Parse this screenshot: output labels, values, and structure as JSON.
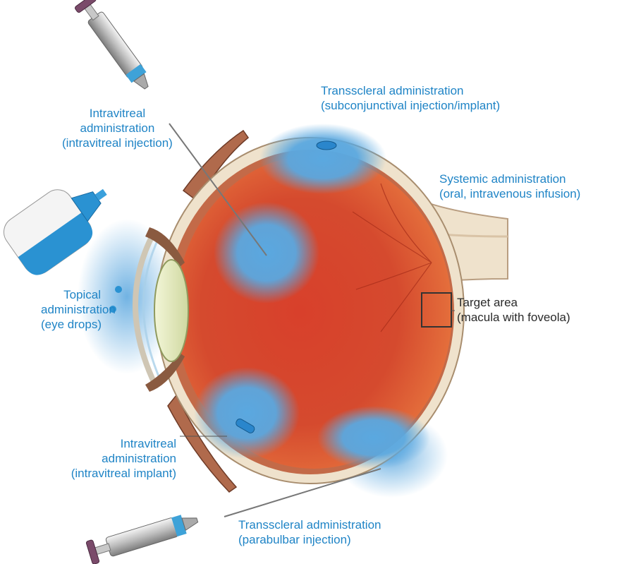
{
  "colors": {
    "label_blue": "#1f84c6",
    "label_black": "#2a2a2a",
    "drug_blue": "#5aa8e0",
    "eye_red": "#d9412a",
    "sclera": "#efe2cc"
  },
  "labels": {
    "intravitreal_injection": {
      "line1": "Intravitreal",
      "line2": "administration",
      "line3": "(intravitreal injection)"
    },
    "transscleral_subconj": {
      "line1": "Transscleral administration",
      "line2": "(subconjunctival injection/implant)"
    },
    "systemic": {
      "line1": "Systemic administration",
      "line2": "(oral, intravenous infusion)"
    },
    "topical": {
      "line1": "Topical",
      "line2": "administration",
      "line3": "(eye drops)"
    },
    "target": {
      "line1": "Target area",
      "line2": "(macula with foveola)"
    },
    "intravitreal_implant": {
      "line1": "Intravitreal",
      "line2": "administration",
      "line3": "(intravitreal implant)"
    },
    "transscleral_parabulbar": {
      "line1": "Transscleral administration",
      "line2": "(parabulbar injection)"
    }
  },
  "icons": [
    "syringe-icon",
    "eye-drop-bottle-icon",
    "implant-icon",
    "eye-cross-section"
  ]
}
